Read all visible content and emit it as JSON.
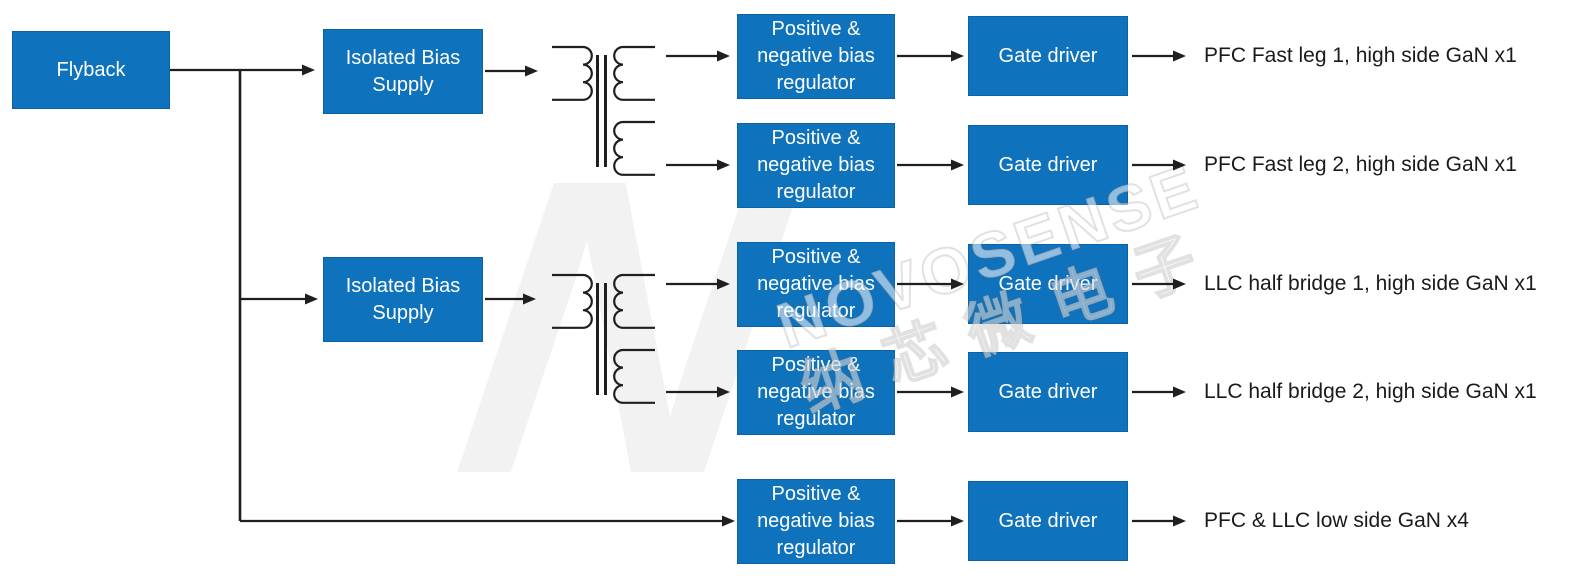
{
  "diagram": {
    "flyback": {
      "label": "Flyback"
    },
    "bias_supplies": [
      {
        "label": "Isolated Bias Supply"
      },
      {
        "label": "Isolated Bias Supply"
      }
    ],
    "channels": [
      {
        "regulator_label": "Positive & negative bias regulator",
        "driver_label": "Gate driver",
        "output_label": "PFC Fast leg 1, high side GaN x1"
      },
      {
        "regulator_label": "Positive & negative bias regulator",
        "driver_label": "Gate driver",
        "output_label": "PFC Fast leg 2, high side GaN x1"
      },
      {
        "regulator_label": "Positive & negative bias regulator",
        "driver_label": "Gate driver",
        "output_label": "LLC half bridge 1, high side GaN x1"
      },
      {
        "regulator_label": "Positive & negative bias regulator",
        "driver_label": "Gate driver",
        "output_label": "LLC half bridge 2, high side GaN x1"
      },
      {
        "regulator_label": "Positive & negative bias regulator",
        "driver_label": "Gate driver",
        "output_label": "PFC & LLC low side GaN x4"
      }
    ],
    "watermark": {
      "logo_letter": "N",
      "brand": "NOVOSENSE",
      "brand_cn": "纳芯微电子"
    },
    "colors": {
      "box_fill": "#0E72BC",
      "box_text": "#FFFFFF",
      "connector": "#1F1F1F",
      "output_text": "#1A1A1A",
      "watermark_gray": "#F2F2F2"
    }
  }
}
